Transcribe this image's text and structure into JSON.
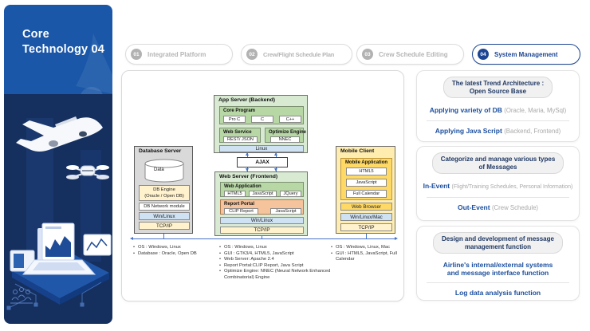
{
  "sidebar": {
    "title_line1": "Core",
    "title_line2": "Technology 04"
  },
  "tabs": [
    {
      "num": "01",
      "label": "Integrated Platform"
    },
    {
      "num": "02",
      "label": "Crew/Flight Schedule Plan"
    },
    {
      "num": "03",
      "label": "Crew Schedule Editing"
    },
    {
      "num": "04",
      "label": "System Management"
    }
  ],
  "diagram": {
    "database_server": {
      "title": "Database Server",
      "data": "Data",
      "db_engine_line1": "DB Engine",
      "db_engine_line2": "(Oracle / Open DB)",
      "network": "DB Network module",
      "os": "Win/Linux",
      "tcp": "TCP/IP"
    },
    "app_server": {
      "title": "App Server (Backend)",
      "core_program": {
        "title": "Core Program",
        "items": [
          "Pro C",
          "C",
          "C++"
        ]
      },
      "web_service": {
        "title": "Web Service",
        "item": "REST/ JSON"
      },
      "optimize_engine": {
        "title": "Optimize Engine",
        "item": "NNEC"
      },
      "os": "Linux"
    },
    "ajax": "AJAX",
    "web_server": {
      "title": "Web Server (Frontend)",
      "web_application": {
        "title": "Web Application",
        "items": [
          "HTML5",
          "JavaScript",
          "JQuery"
        ]
      },
      "report_portal": {
        "title": "Report Portal",
        "items": [
          "CLIP Report",
          "JavaScript"
        ]
      },
      "os": "Win/Linux",
      "tcp": "TCP/IP"
    },
    "mobile_client": {
      "title": "Mobile Client",
      "mobile_application": {
        "title": "Mobile Application",
        "items": [
          "HTML5",
          "JavaScript",
          "Full Calendar"
        ]
      },
      "browser": "Web Browser",
      "os": "Win/Linux/Mac",
      "tcp": "TCP/IP"
    },
    "notes": {
      "col1": [
        "OS : Windows, Linux",
        "Database : Oracle, Open DB"
      ],
      "col2": [
        "OS : Windows, Linux",
        "GUI : GTK3/4, HTML5, JavaScript",
        "Web Server: Apache 2.4",
        "Report Portal:CLIP Report, Java Script",
        "Optimize Engine: NNEC (Neural Network Enhanced Combinatorial) Engine"
      ],
      "col3": [
        "OS : Windows, Linux, Mac",
        "GUI : HTML5, JavaScript, Full Calendar"
      ]
    }
  },
  "panels": [
    {
      "header_line1": "The latest Trend Architecture :",
      "header_line2": "Open Source Base",
      "item1_bold": "Applying variety of DB",
      "item1_gray": "(Oracle, Maria, MySql)",
      "item2_bold": "Applying Java Script",
      "item2_gray": "(Backend, Frontend)"
    },
    {
      "header_line1": "Categorize and manage various types",
      "header_line2": "of Messages",
      "item1_bold": "In-Event",
      "item1_gray": "(Flight/Training Schedules, Personal Information)",
      "item2_bold": "Out-Event",
      "item2_gray": "(Crew Schedule)"
    },
    {
      "header_line1": "Design and development of message",
      "header_line2": "management function",
      "item1_line1": "Airline's internal/external systems",
      "item1_line2": "and message interface function",
      "item2": "Log data analysis function"
    }
  ],
  "colors": {
    "sidebar_top": "#1a57a8",
    "sidebar_bottom": "#152f5f",
    "active_blue": "#1c4693",
    "connector_blue": "#4472c4",
    "green_light": "#d9ead3",
    "green_mid": "#b7d7a5",
    "salmon": "#f5c49c",
    "gold": "#ffd966",
    "yellow_light": "#fff2cc",
    "blue_bar": "#cfe2f3"
  }
}
